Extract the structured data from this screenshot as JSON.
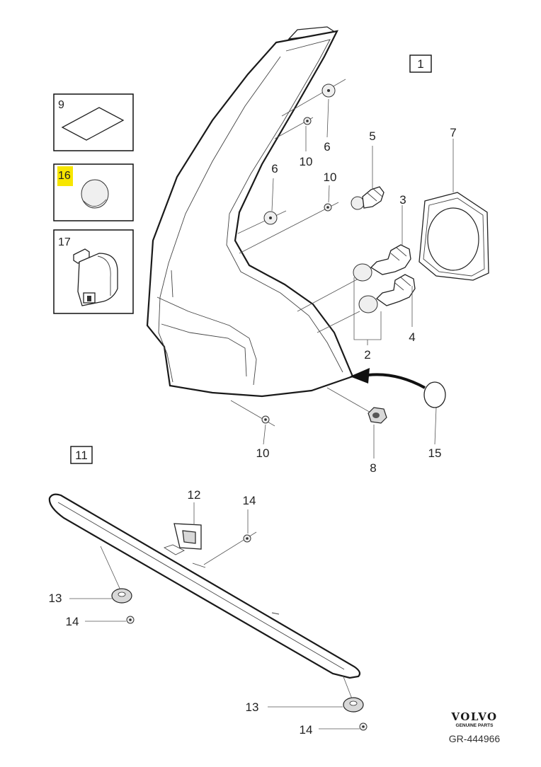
{
  "callouts": {
    "c1": "1",
    "c2": "2",
    "c3": "3",
    "c4": "4",
    "c5": "5",
    "c6a": "6",
    "c6b": "6",
    "c7": "7",
    "c8": "8",
    "c10a": "10",
    "c10b": "10",
    "c10c": "10",
    "c11": "11",
    "c12": "12",
    "c13a": "13",
    "c13b": "13",
    "c14a": "14",
    "c14b": "14",
    "c14c": "14",
    "c15": "15"
  },
  "insets": {
    "i9": "9",
    "i16": "16",
    "i17": "17"
  },
  "highlight_color": "#f7e600",
  "brand": {
    "logo": "VOLVO",
    "sub": "GENUINE PARTS",
    "code": "GR-444966"
  }
}
